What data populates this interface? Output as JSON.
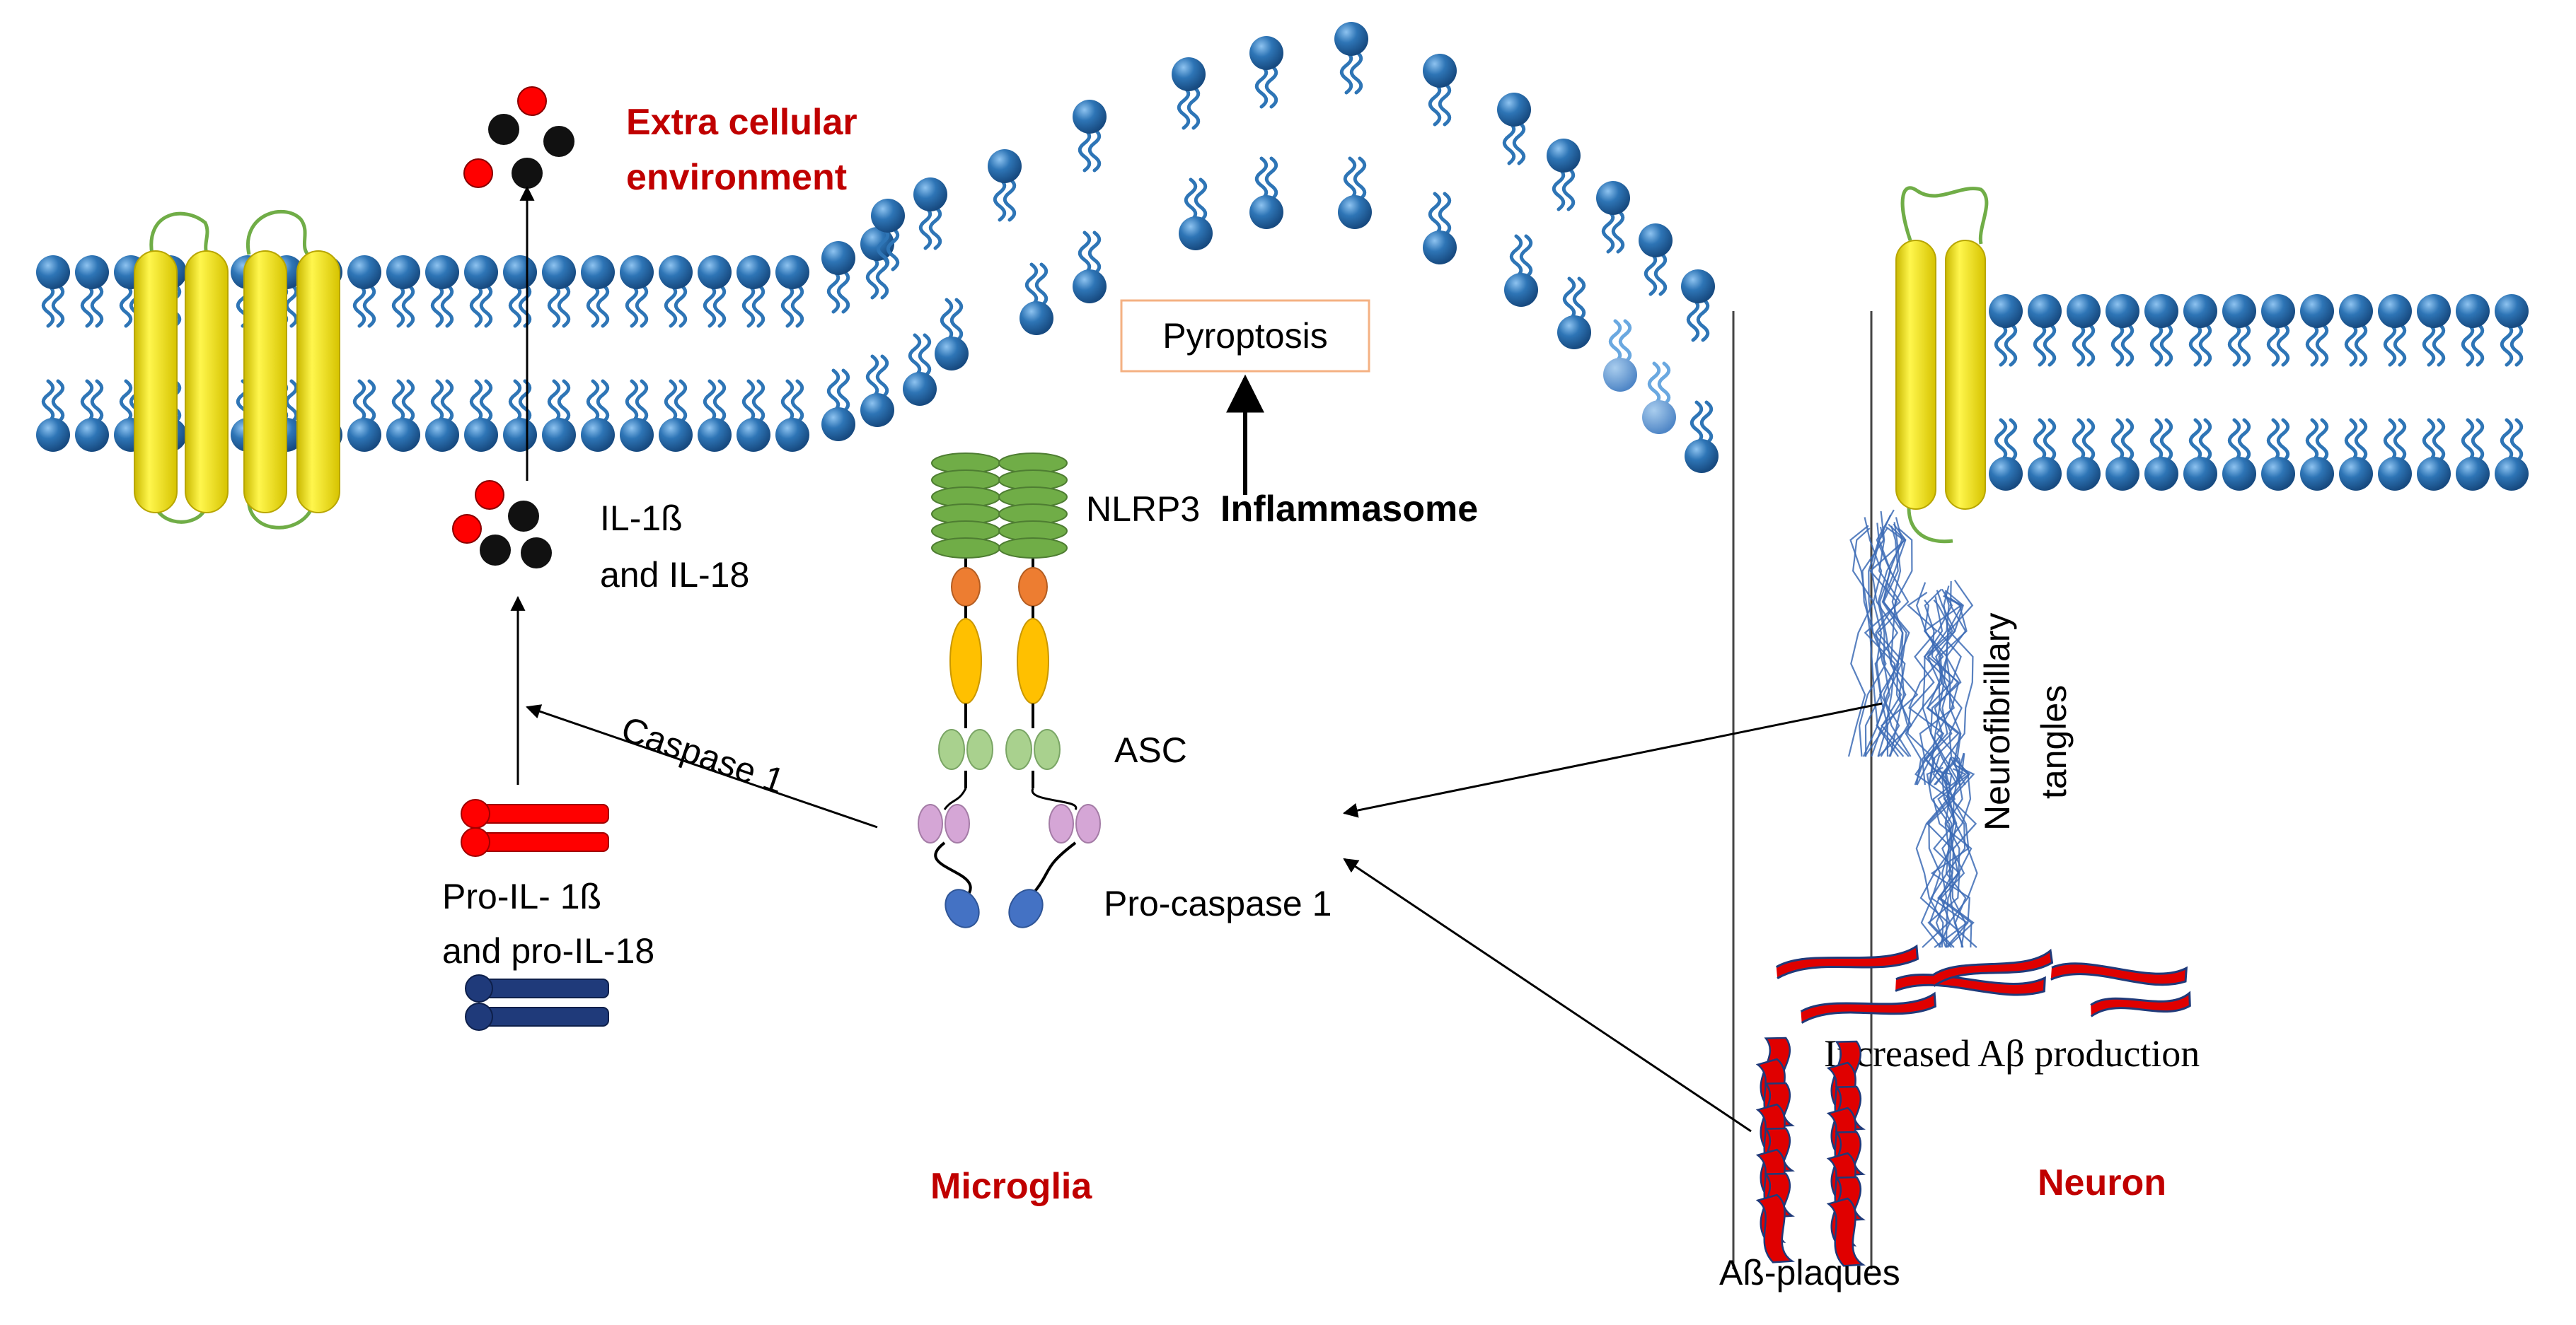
{
  "labels": {
    "extracellular_line1": "Extra cellular",
    "extracellular_line2": "environment",
    "il_mature_line1": "IL-1ß",
    "il_mature_line2": "and IL-18",
    "caspase1": "Caspase 1",
    "pro_il_line1": "Pro-IL- 1ß",
    "pro_il_line2": "and pro-IL-18",
    "pyroptosis": "Pyroptosis",
    "nlrp3": "NLRP3",
    "inflammasome": "Inflammasome",
    "asc": "ASC",
    "pro_caspase1": "Pro-caspase 1",
    "microglia": "Microglia",
    "neuron": "Neuron",
    "nft_line1": "Neurofibrillary",
    "nft_line2": "tangles",
    "abeta_production": "Increased Aβ production",
    "abeta_plaques": "Aß-plaques"
  },
  "colors": {
    "lipid_head": "#2e75b6",
    "lipid_head_light": "#6aa8e0",
    "accent_red": "#c00000",
    "channel_yellow": "#ffee00",
    "nlrp3_green": "#70ad47",
    "orange_domain": "#ed7d31",
    "gold_domain": "#ffc000",
    "asc_green": "#a9d18e",
    "pink_domain": "#d5a6d6",
    "blue_domain": "#4472c4",
    "pro_il_red": "#ff0000",
    "pro_il_navy": "#1f3a7a",
    "tangle_blue": "#3c6bb5",
    "plaque_red": "#e00000",
    "box_border": "#f4b183"
  },
  "icons": [
    "lipid-bilayer",
    "transmembrane-channel",
    "cytokine-cluster",
    "protein-domain-chain",
    "amyloid-fibril",
    "tau-tangle"
  ]
}
